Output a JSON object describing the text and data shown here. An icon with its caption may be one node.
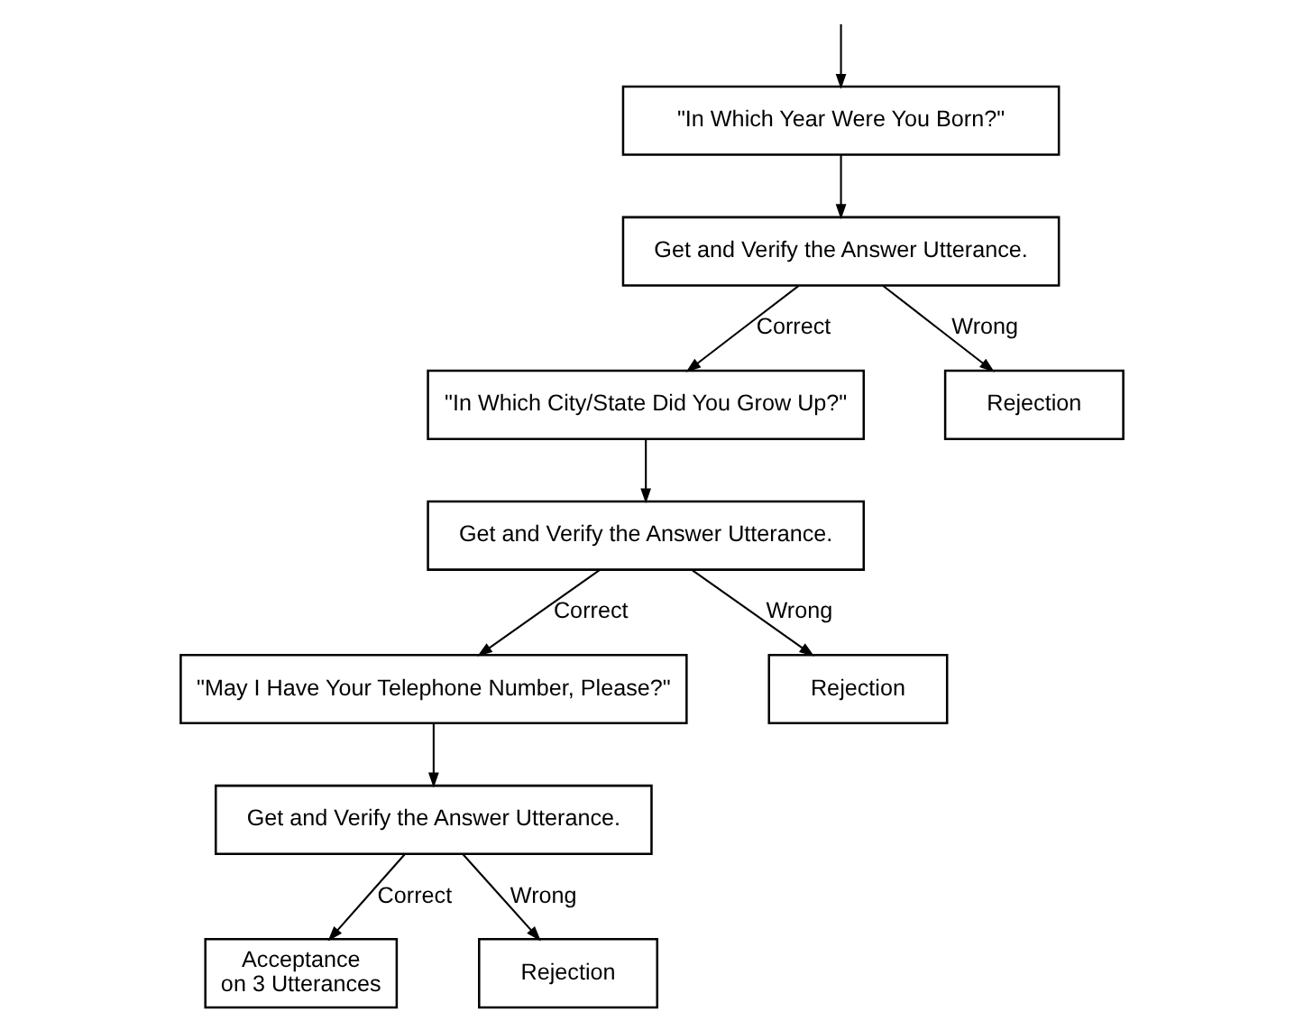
{
  "diagram": {
    "nodes": [
      {
        "text": [
          "\"In Which Year Were You Born?\""
        ]
      },
      {
        "text": [
          "Get and Verify the Answer Utterance."
        ]
      },
      {
        "text": [
          "\"In Which City/State Did You Grow Up?\""
        ]
      },
      {
        "text": [
          "Rejection"
        ]
      },
      {
        "text": [
          "Get and Verify the Answer Utterance."
        ]
      },
      {
        "text": [
          "\"May I Have Your Telephone Number, Please?\""
        ]
      },
      {
        "text": [
          "Rejection"
        ]
      },
      {
        "text": [
          "Get and Verify the Answer Utterance."
        ]
      },
      {
        "text": [
          "Acceptance on 3 Utterances"
        ]
      },
      {
        "text": [
          "Rejection"
        ]
      }
    ],
    "edges": [
      {
        "from": null,
        "to": 0,
        "arrow": "to"
      },
      {
        "from": 0,
        "to": 1,
        "arrow": "to"
      },
      {
        "from": 1,
        "to": 2,
        "label": "Correct",
        "arrow": "to"
      },
      {
        "from": 1,
        "to": 3,
        "label": "Wrong",
        "arrow": "to"
      },
      {
        "from": 2,
        "to": 4,
        "arrow": "to"
      },
      {
        "from": 4,
        "to": 5,
        "label": "Correct",
        "arrow": "to"
      },
      {
        "from": 4,
        "to": 6,
        "label": "Wrong",
        "arrow": "to"
      },
      {
        "from": 5,
        "to": 7,
        "arrow": "to"
      },
      {
        "from": 7,
        "to": 8,
        "label": "Correct",
        "arrow": "to"
      },
      {
        "from": 7,
        "to": 9,
        "label": "Wrong",
        "arrow": "to"
      }
    ]
  }
}
